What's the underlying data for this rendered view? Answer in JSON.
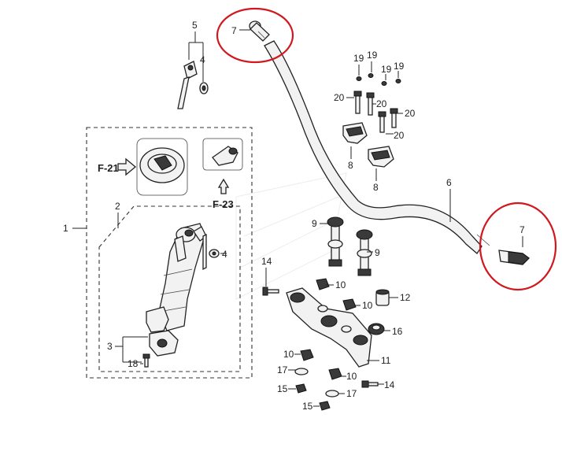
{
  "labels": {
    "p1": "1",
    "p2": "2",
    "p3": "3",
    "p4a": "4",
    "p4b": "4",
    "p5": "5",
    "p6": "6",
    "p7a": "7",
    "p7b": "7",
    "p8a": "8",
    "p8b": "8",
    "p9a": "9",
    "p9b": "9",
    "p10a": "10",
    "p10b": "10",
    "p10c": "10",
    "p10d": "10",
    "p11": "11",
    "p12": "12",
    "p14a": "14",
    "p14b": "14",
    "p15a": "15",
    "p15b": "15",
    "p16": "16",
    "p17a": "17",
    "p17b": "17",
    "p18": "18",
    "p19a": "19",
    "p19b": "19",
    "p19c": "19",
    "p19d": "19",
    "p20a": "20",
    "p20b": "20",
    "p20c": "20",
    "p20d": "20"
  },
  "refs": {
    "f21": "F-21",
    "f23": "F-23"
  },
  "highlight_color": "#d0181e"
}
